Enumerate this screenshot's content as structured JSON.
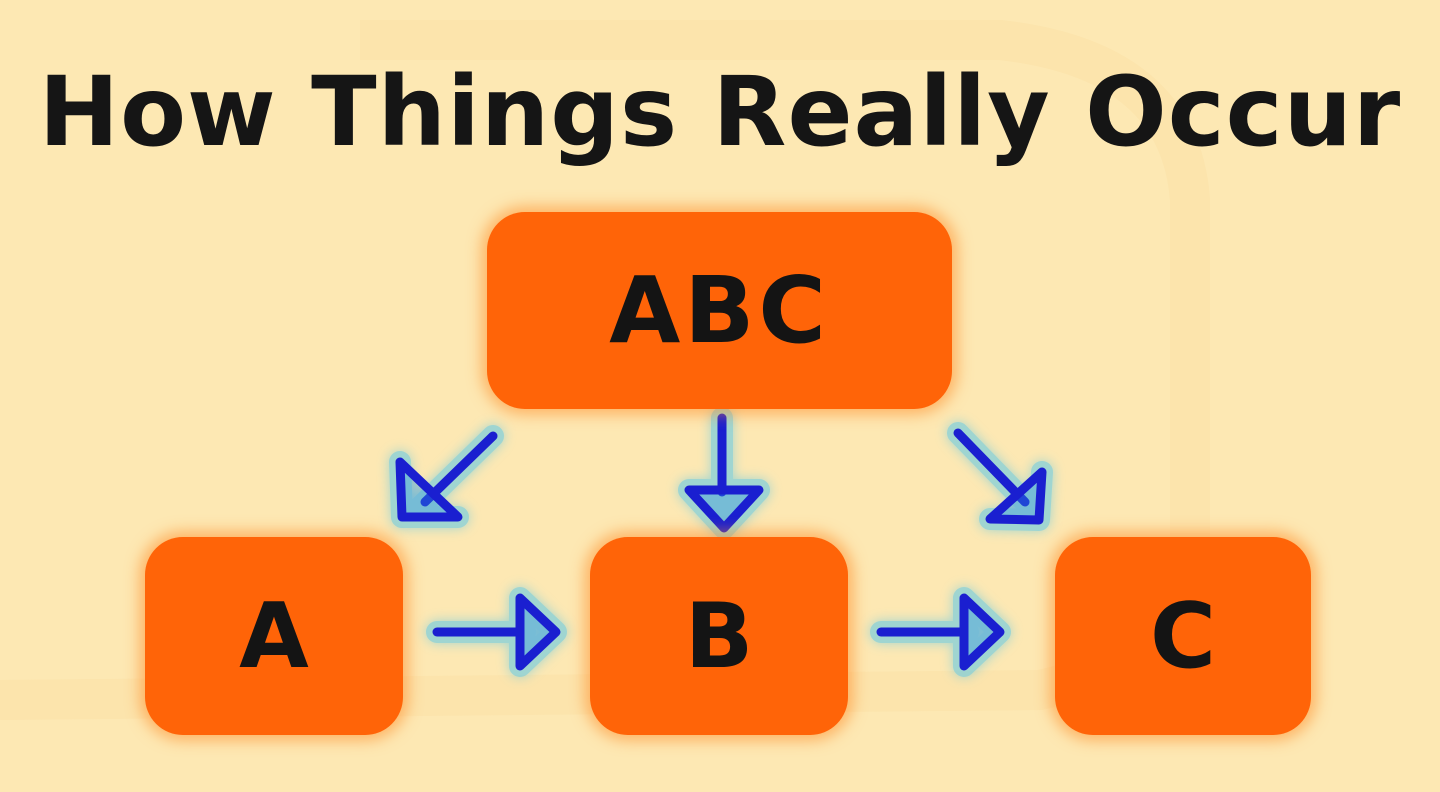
{
  "title": "How Things Really Occur",
  "nodes": {
    "abc": "ABC",
    "a": "A",
    "b": "B",
    "c": "C"
  },
  "edges": [
    {
      "from": "ABC",
      "to": "A"
    },
    {
      "from": "ABC",
      "to": "B"
    },
    {
      "from": "ABC",
      "to": "C"
    },
    {
      "from": "A",
      "to": "B"
    },
    {
      "from": "B",
      "to": "C"
    }
  ],
  "colors": {
    "background": "#fde8b3",
    "node_fill": "#ff6408",
    "arrow": "#1a1fd0",
    "arrow_glow": "#4fc3e8",
    "text": "#141414"
  }
}
